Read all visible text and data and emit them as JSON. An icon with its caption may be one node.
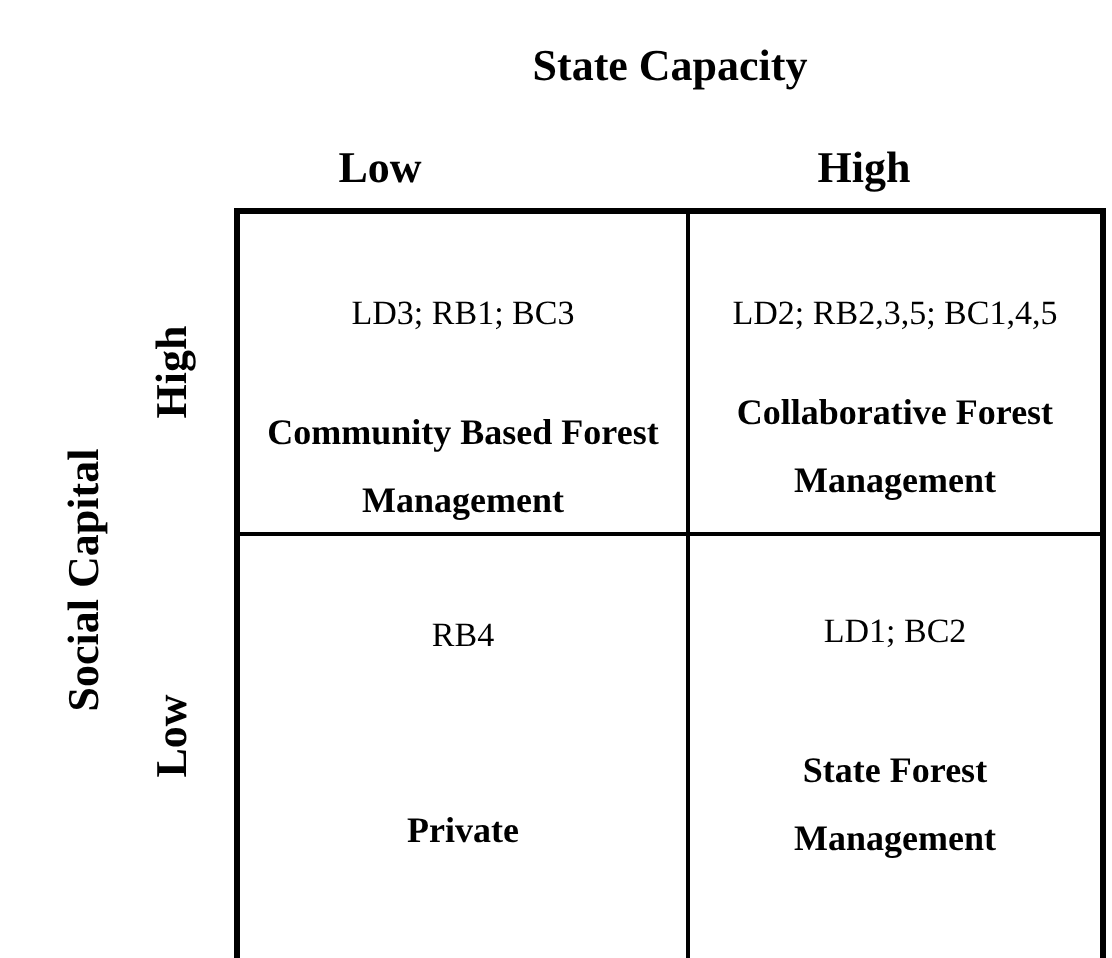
{
  "diagram": {
    "nodes": [
      {
        "text": [
          "LD3; RB1; BC3",
          "Community Based Forest Management"
        ]
      },
      {
        "text": [
          "LD2; RB2,3,5; BC1,4,5",
          "Collaborative Forest Management"
        ]
      },
      {
        "text": [
          "RB4",
          "Private"
        ]
      },
      {
        "text": [
          "LD1; BC2",
          "State Forest Management"
        ]
      }
    ],
    "labels": [
      "State Capacity",
      "Low",
      "High",
      "Social Capital",
      "High",
      "Low"
    ]
  }
}
